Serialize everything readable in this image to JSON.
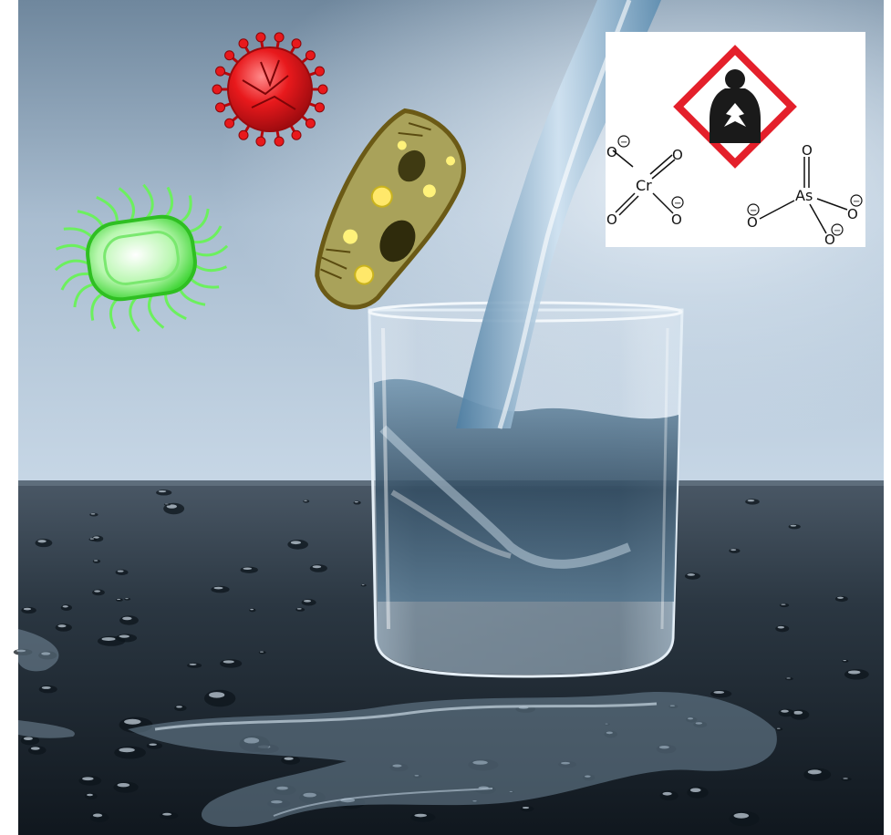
{
  "colors": {
    "wall_top": "#7e94a8",
    "wall_mid": "#b9cbdc",
    "wall_glow": "#eaf2fa",
    "table_top": "#3d4a57",
    "table_bottom": "#121a22",
    "water": "#8fb8d6",
    "hazard_red": "#e4202b",
    "virus_red": "#e8191c",
    "bacterium_green": "#55e84a",
    "protozoan_fill": "#a9a25a",
    "protozoan_outline": "#6b5a16"
  },
  "icons": {
    "virus": "coronavirus-icon",
    "bacterium": "bacterium-icon",
    "protozoan": "paramecium-icon",
    "hazard": "health-hazard-pictogram-icon"
  },
  "chromate": {
    "center": "Cr",
    "oxygen": "O",
    "charge": "−"
  },
  "arsenate": {
    "center": "As",
    "oxygen": "O",
    "charge": "−"
  }
}
